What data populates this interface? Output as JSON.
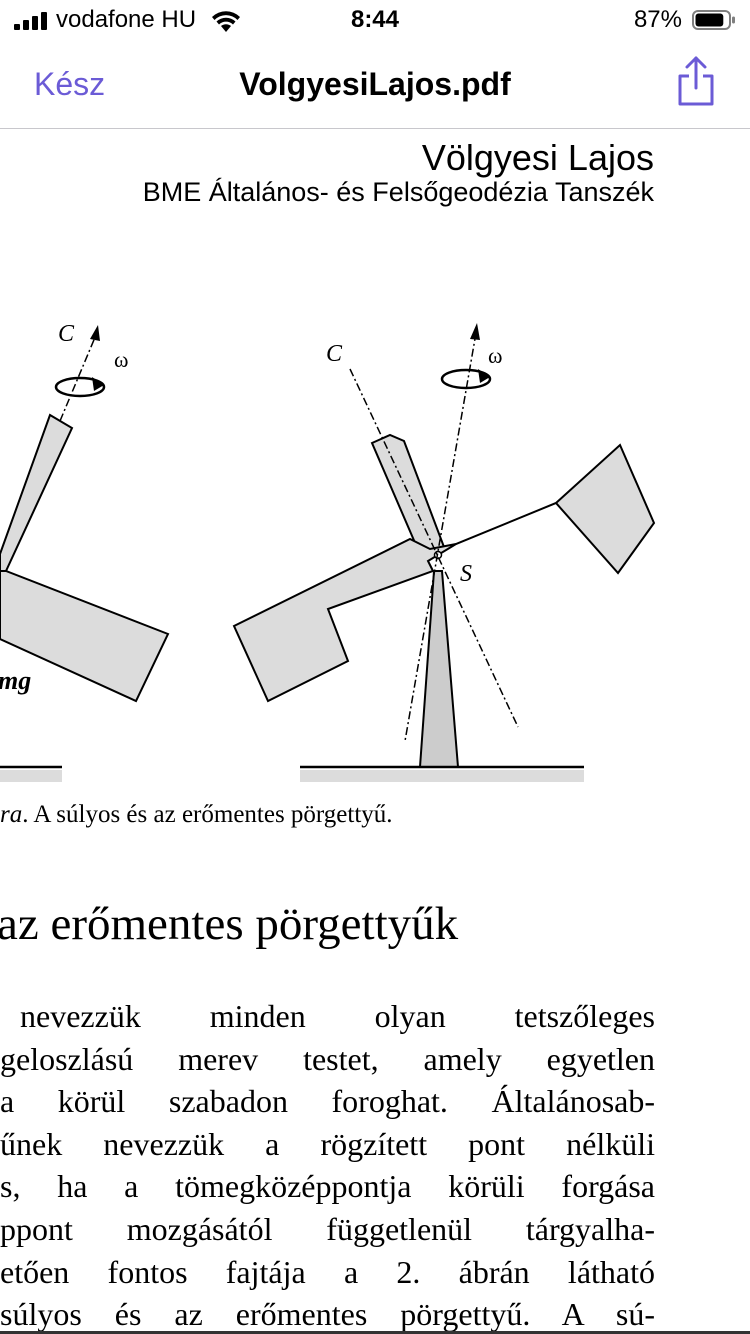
{
  "status_bar": {
    "carrier": "vodafone HU",
    "time": "8:44",
    "battery_percent": "87%",
    "battery_level": 0.87
  },
  "nav_bar": {
    "done_label": "Kész",
    "title": "VolgyesiLajos.pdf",
    "share_icon": "share-icon",
    "accent_color": "#6b5bd6"
  },
  "document": {
    "author": "Völgyesi Lajos",
    "department": "BME Általános- és Felsőgeodézia Tanszék",
    "figure": {
      "left_labels": {
        "axis": "C",
        "omega": "ω",
        "mass": "mg"
      },
      "right_labels": {
        "axis": "C",
        "omega": "ω",
        "point": "S"
      }
    },
    "caption": {
      "italic_part": "ra",
      "text": ". A súlyos és az erőmentes pörgettyű."
    },
    "heading": "az erőmentes pörgettyűk",
    "paragraph_lines": [
      "nevezzük minden olyan tetszőleges",
      "geloszlású merev testet, amely egyetlen",
      "a körül szabadon foroghat. Általánosab-",
      "űnek nevezzük a rögzített pont nélküli",
      "s, ha a tömegközéppontja körüli forgása",
      "ppont mozgásától függetlenül tárgyalha-",
      "etően fontos fajtája a 2. ábrán látható",
      "súlyos és az erőmentes pörgettyű. A sú-"
    ]
  }
}
